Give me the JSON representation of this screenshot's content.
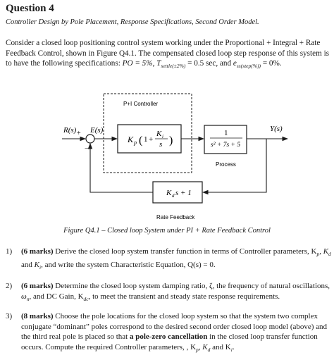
{
  "header": {
    "title": "Question 4",
    "subtitle": "Controller Design by Pole Placement, Response Specifications, Second Order Model."
  },
  "intro": {
    "text": "Consider a closed loop positioning control system working under the Proportional + Integral + Rate Feedback Control, shown in Figure Q4.1. The compensated closed loop step response of this system is to have the following specifications:",
    "po": "PO = 5%",
    "ts_prefix": "T",
    "ts_sub": "settle(±2%)",
    "ts_value": "= 0.5 sec, and",
    "ess_prefix": "e",
    "ess_sub": "ss(step(%))",
    "ess_value": "= 0%."
  },
  "diagram": {
    "pi_label": "P+I Controller",
    "process_label": "Process",
    "rate_label": "Rate Feedback",
    "input_label": "R(s)",
    "error_label": "E(s)",
    "output_label": "Y(s)",
    "plus_sign": "+",
    "minus_sign": "−",
    "kp": "K",
    "kp_sub": "p",
    "ki": "K",
    "ki_sub": "i",
    "s_var": "s",
    "one": "1",
    "plant_num": "1",
    "plant_den": "s² + 7s + 5",
    "feedback_expr": "K",
    "feedback_sub": "d",
    "feedback_rest": "s + 1"
  },
  "caption": "Figure Q4.1 – Closed loop System under PI + Rate Feedback Control",
  "questions": [
    {
      "number": "1)",
      "marks": "(6 marks)",
      "text": "Derive the closed loop system transfer function in terms of Controller parameters, K",
      "tail": "and write the system Characteristic Equation, Q(s) = 0."
    },
    {
      "number": "2)",
      "marks": "(6 marks)",
      "text": "Determine the closed loop system damping ratio, ζ, the frequency of natural oscillations,",
      "tail": "and DC Gain, K",
      "tail2": ", to meet the transient and steady state response requirements."
    },
    {
      "number": "3)",
      "marks": "(8 marks)",
      "text": "Choose the pole locations for the closed loop system so that the system two complex conjugate “dominant” poles correspond to the desired second order closed loop model (above) and the third real pole is placed so that",
      "bold": "a pole-zero cancellation",
      "text2": "in the closed loop transfer function occurs. Compute the required Controller parameters, , K",
      "tail": "and K"
    }
  ]
}
